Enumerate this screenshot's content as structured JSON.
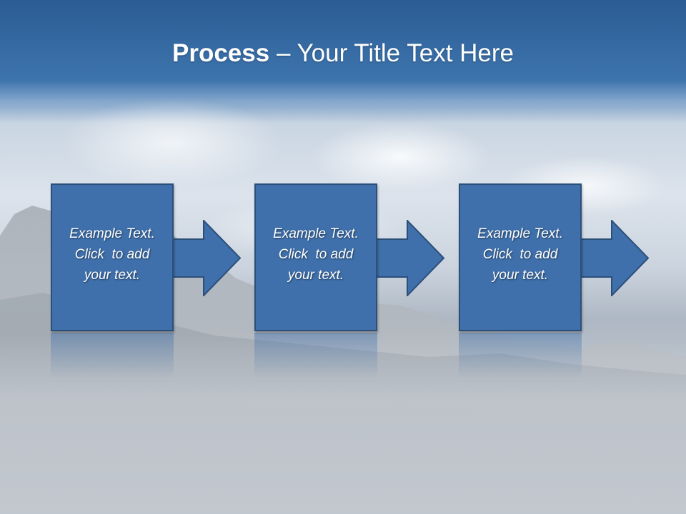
{
  "slide": {
    "title_bold": "Process",
    "title_rest": " – Your Title Text Here"
  },
  "steps": [
    {
      "line1": "Example Text.",
      "line2": "Click  to add",
      "line3": "your text."
    },
    {
      "line1": "Example Text.",
      "line2": "Click  to add",
      "line3": "your text."
    },
    {
      "line1": "Example Text.",
      "line2": "Click  to add",
      "line3": "your text."
    }
  ],
  "colors": {
    "box_fill": "#3f70ab",
    "box_border": "#2c4f7a",
    "title_band": "#2c5c93"
  }
}
